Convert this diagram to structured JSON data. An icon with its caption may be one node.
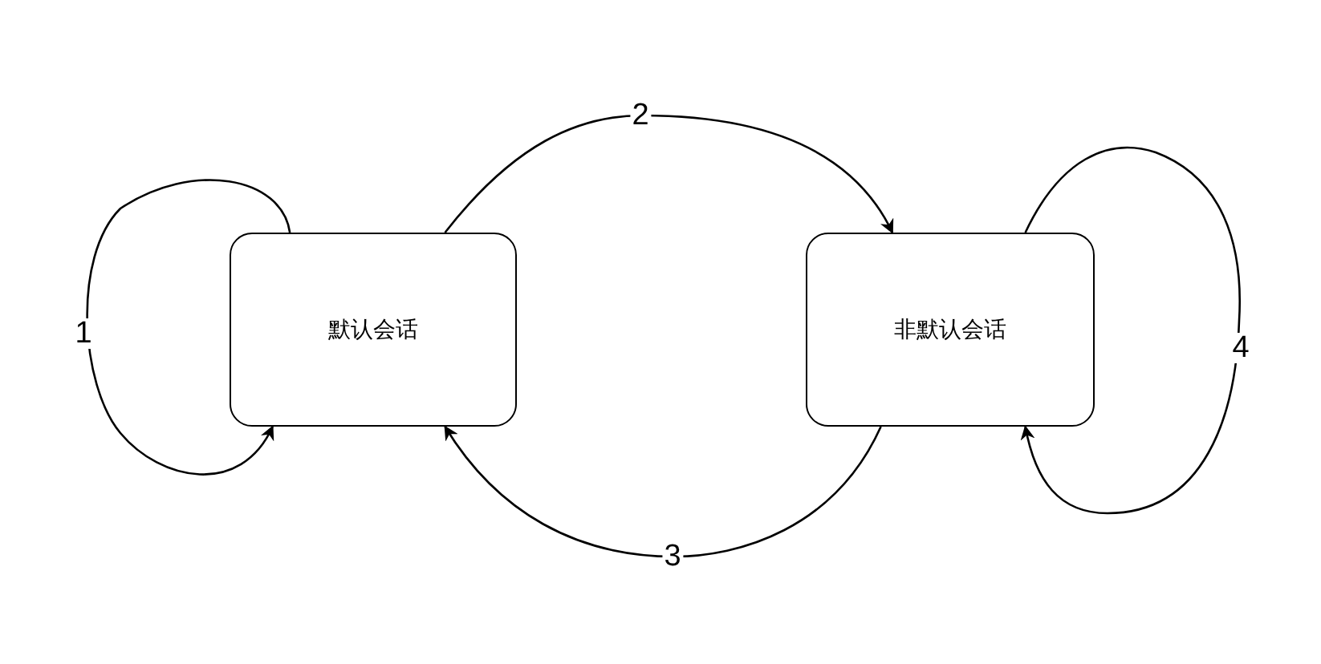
{
  "diagram": {
    "nodes": [
      {
        "text": [
          "默认会话"
        ]
      },
      {
        "text": [
          "非默认会话"
        ]
      }
    ],
    "edges": [
      {
        "from": 0,
        "to": 0,
        "arrow": "to",
        "label": "1"
      },
      {
        "from": 0,
        "to": 1,
        "arrow": "to",
        "label": "2"
      },
      {
        "from": 1,
        "to": 0,
        "arrow": "to",
        "label": "3"
      },
      {
        "from": 1,
        "to": 1,
        "arrow": "to",
        "label": "4"
      }
    ]
  }
}
